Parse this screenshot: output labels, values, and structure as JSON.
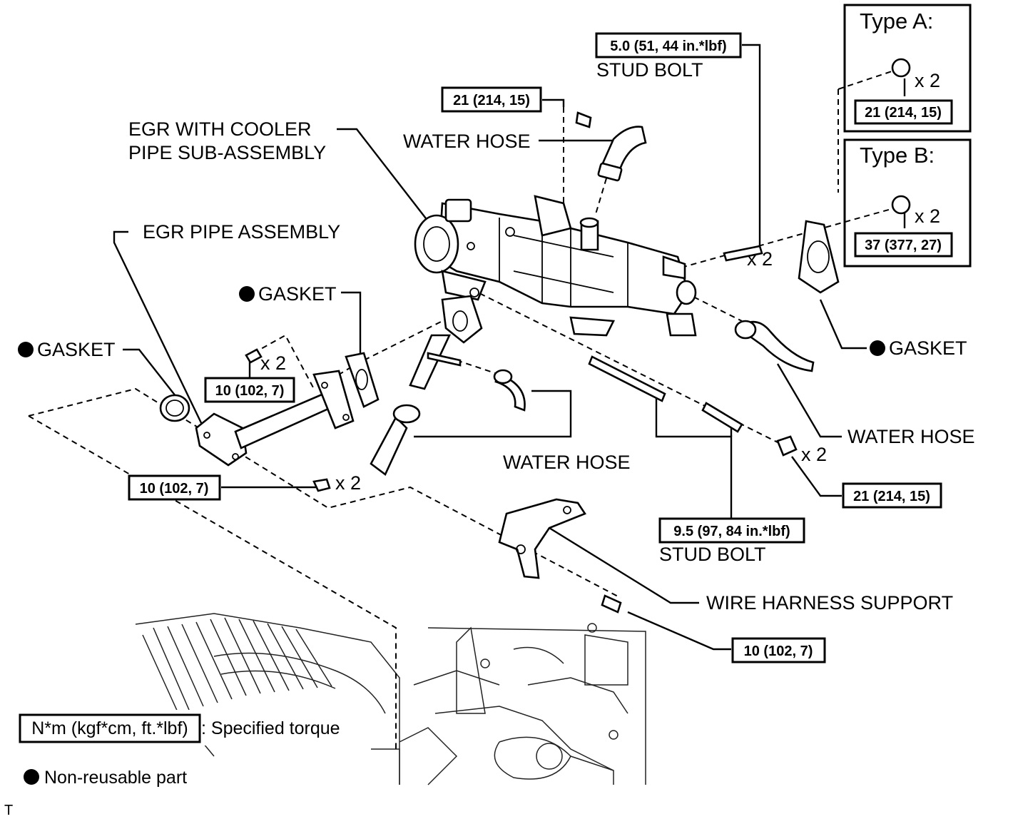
{
  "parts": {
    "egr_cooler": "EGR WITH COOLER\nPIPE SUB-ASSEMBLY",
    "egr_cooler_line1": "EGR WITH COOLER",
    "egr_cooler_line2": "PIPE SUB-ASSEMBLY",
    "egr_pipe": "EGR PIPE ASSEMBLY",
    "gasket": "GASKET",
    "water_hose": "WATER HOSE",
    "stud_bolt": "STUD BOLT",
    "wire_harness_support": "WIRE HARNESS SUPPORT"
  },
  "torques": {
    "t_21": "21 (214, 15)",
    "t_10": "10 (102, 7)",
    "t_5": "5.0 (51, 44 in.*lbf)",
    "t_9_5": "9.5 (97, 84 in.*lbf)",
    "t_37": "37 (377, 27)"
  },
  "qty": {
    "x2": "x 2"
  },
  "types": {
    "a": "Type A:",
    "b": "Type B:"
  },
  "legend": {
    "torque_box": "N*m (kgf*cm, ft.*lbf)",
    "torque_desc": ": Specified torque",
    "nonreusable": "Non-reusable part"
  },
  "corner_code": "T"
}
